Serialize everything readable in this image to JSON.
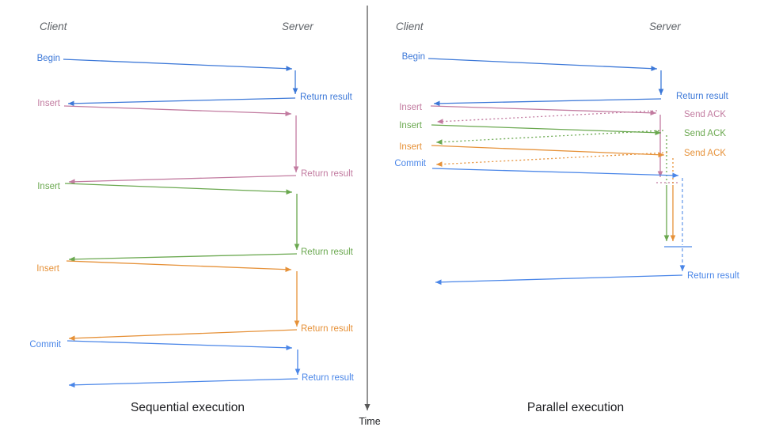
{
  "palette": {
    "begin_blue": "#3c78d8",
    "commit_blue": "#4a86e8",
    "insert_pink": "#c27ba0",
    "insert_green": "#6aa84f",
    "insert_orange": "#e69138",
    "wait_blue": "#6d9eeb",
    "axis_gray": "#595959"
  },
  "time_axis": {
    "label": "Time"
  },
  "left_panel": {
    "client_header": "Client",
    "server_header": "Server",
    "caption": "Sequential execution",
    "messages": [
      {
        "request": "Begin",
        "response": "Return result"
      },
      {
        "request": "Insert",
        "response": "Return result"
      },
      {
        "request": "Insert",
        "response": "Return result"
      },
      {
        "request": "Insert",
        "response": "Return result"
      },
      {
        "request": "Commit",
        "response": "Return result"
      }
    ]
  },
  "right_panel": {
    "client_header": "Client",
    "server_header": "Server",
    "caption": "Parallel execution",
    "messages": [
      {
        "request": "Begin",
        "response": "Return result"
      },
      {
        "request": "Insert",
        "response": "Send ACK"
      },
      {
        "request": "Insert",
        "response": "Send ACK"
      },
      {
        "request": "Insert",
        "response": "Send ACK"
      },
      {
        "request": "Commit",
        "response": "Return result"
      }
    ]
  }
}
